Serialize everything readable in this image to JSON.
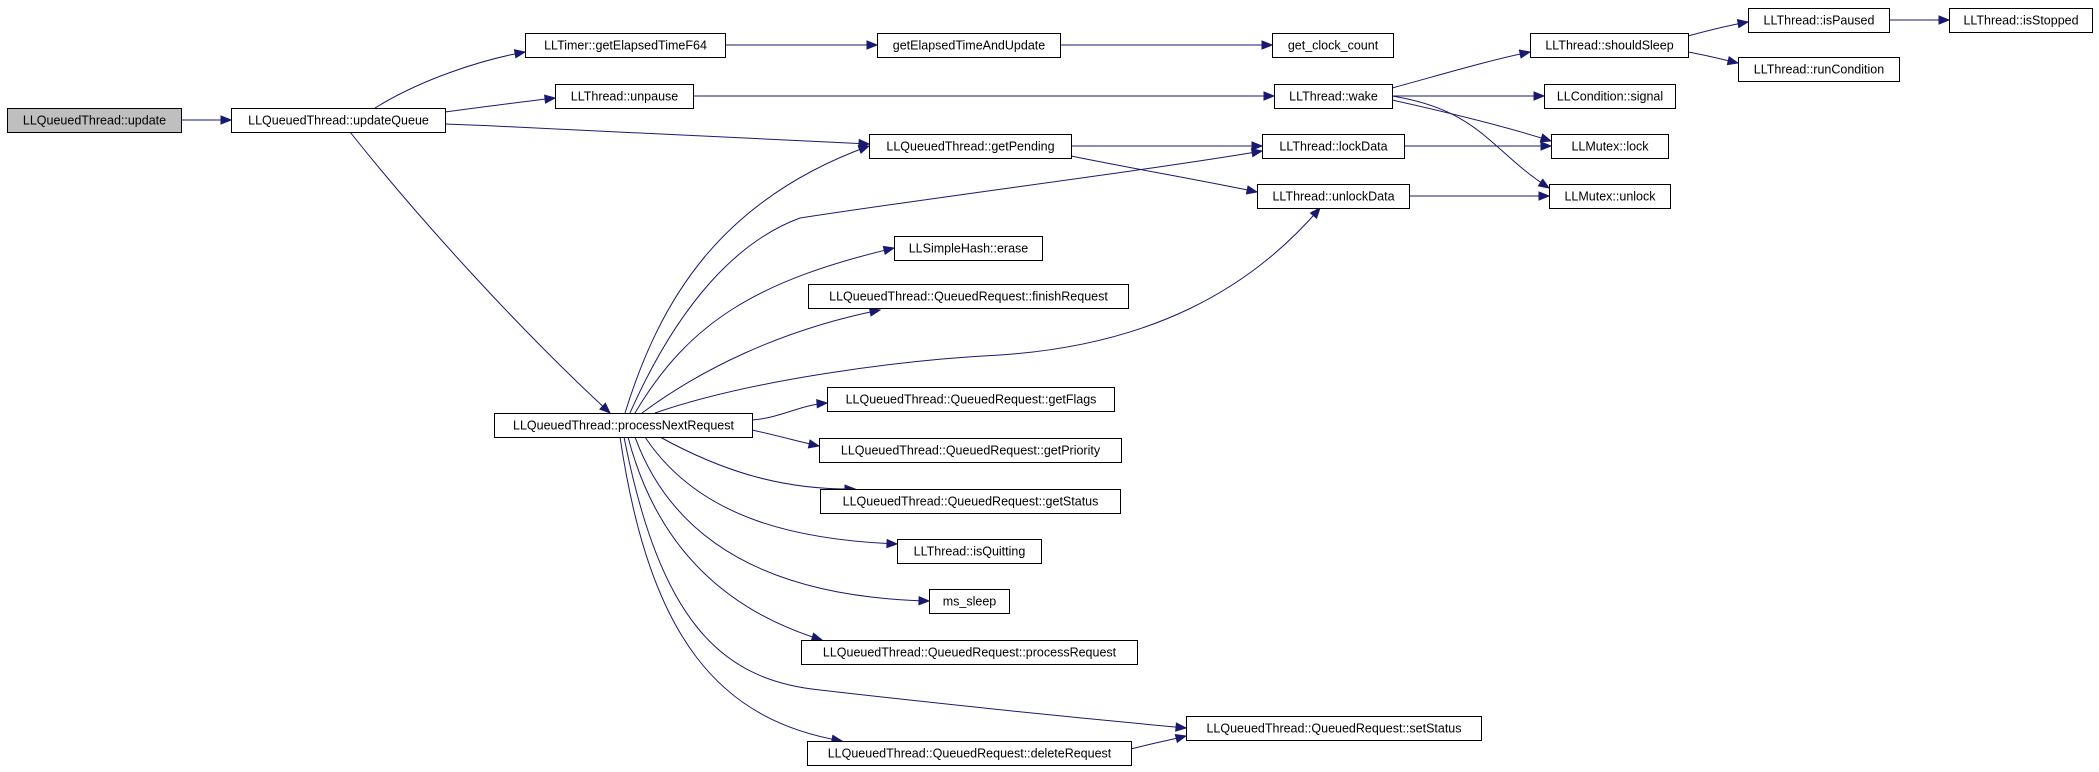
{
  "graph": {
    "edge_color": "#191970",
    "root_fill": "#bfbfbf",
    "nodes": [
      {
        "id": "update",
        "label": "LLQueuedThread::update",
        "root": true
      },
      {
        "id": "updateQueue",
        "label": "LLQueuedThread::updateQueue"
      },
      {
        "id": "getElapsedTimeF64",
        "label": "LLTimer::getElapsedTimeF64"
      },
      {
        "id": "getElapsedTimeAndUpdate",
        "label": "getElapsedTimeAndUpdate"
      },
      {
        "id": "get_clock_count",
        "label": "get_clock_count"
      },
      {
        "id": "unpause",
        "label": "LLThread::unpause"
      },
      {
        "id": "wake",
        "label": "LLThread::wake"
      },
      {
        "id": "shouldSleep",
        "label": "LLThread::shouldSleep"
      },
      {
        "id": "isPaused",
        "label": "LLThread::isPaused"
      },
      {
        "id": "isStopped",
        "label": "LLThread::isStopped"
      },
      {
        "id": "runCondition",
        "label": "LLThread::runCondition"
      },
      {
        "id": "signal",
        "label": "LLCondition::signal"
      },
      {
        "id": "mutexLock",
        "label": "LLMutex::lock"
      },
      {
        "id": "mutexUnlock",
        "label": "LLMutex::unlock"
      },
      {
        "id": "getPending",
        "label": "LLQueuedThread::getPending"
      },
      {
        "id": "lockData",
        "label": "LLThread::lockData"
      },
      {
        "id": "unlockData",
        "label": "LLThread::unlockData"
      },
      {
        "id": "processNextRequest",
        "label": "LLQueuedThread::processNextRequest"
      },
      {
        "id": "erase",
        "label": "LLSimpleHash::erase"
      },
      {
        "id": "finishRequest",
        "label": "LLQueuedThread::QueuedRequest::finishRequest"
      },
      {
        "id": "getFlags",
        "label": "LLQueuedThread::QueuedRequest::getFlags"
      },
      {
        "id": "getPriority",
        "label": "LLQueuedThread::QueuedRequest::getPriority"
      },
      {
        "id": "getStatus",
        "label": "LLQueuedThread::QueuedRequest::getStatus"
      },
      {
        "id": "isQuitting",
        "label": "LLThread::isQuitting"
      },
      {
        "id": "ms_sleep",
        "label": "ms_sleep"
      },
      {
        "id": "processRequest",
        "label": "LLQueuedThread::QueuedRequest::processRequest"
      },
      {
        "id": "setStatus",
        "label": "LLQueuedThread::QueuedRequest::setStatus"
      },
      {
        "id": "deleteRequest",
        "label": "LLQueuedThread::QueuedRequest::deleteRequest"
      }
    ],
    "edges": [
      {
        "from": "update",
        "to": "updateQueue"
      },
      {
        "from": "updateQueue",
        "to": "getElapsedTimeF64"
      },
      {
        "from": "updateQueue",
        "to": "unpause"
      },
      {
        "from": "updateQueue",
        "to": "getPending"
      },
      {
        "from": "updateQueue",
        "to": "processNextRequest"
      },
      {
        "from": "getElapsedTimeF64",
        "to": "getElapsedTimeAndUpdate"
      },
      {
        "from": "getElapsedTimeAndUpdate",
        "to": "get_clock_count"
      },
      {
        "from": "unpause",
        "to": "wake"
      },
      {
        "from": "wake",
        "to": "shouldSleep"
      },
      {
        "from": "wake",
        "to": "signal"
      },
      {
        "from": "wake",
        "to": "mutexLock"
      },
      {
        "from": "wake",
        "to": "mutexUnlock"
      },
      {
        "from": "shouldSleep",
        "to": "isPaused"
      },
      {
        "from": "shouldSleep",
        "to": "runCondition"
      },
      {
        "from": "isPaused",
        "to": "isStopped"
      },
      {
        "from": "getPending",
        "to": "lockData"
      },
      {
        "from": "getPending",
        "to": "unlockData"
      },
      {
        "from": "lockData",
        "to": "mutexLock"
      },
      {
        "from": "unlockData",
        "to": "mutexUnlock"
      },
      {
        "from": "processNextRequest",
        "to": "getPending"
      },
      {
        "from": "processNextRequest",
        "to": "lockData"
      },
      {
        "from": "processNextRequest",
        "to": "erase"
      },
      {
        "from": "processNextRequest",
        "to": "finishRequest"
      },
      {
        "from": "processNextRequest",
        "to": "unlockData"
      },
      {
        "from": "processNextRequest",
        "to": "getFlags"
      },
      {
        "from": "processNextRequest",
        "to": "getPriority"
      },
      {
        "from": "processNextRequest",
        "to": "getStatus"
      },
      {
        "from": "processNextRequest",
        "to": "isQuitting"
      },
      {
        "from": "processNextRequest",
        "to": "ms_sleep"
      },
      {
        "from": "processNextRequest",
        "to": "processRequest"
      },
      {
        "from": "processNextRequest",
        "to": "setStatus"
      },
      {
        "from": "processNextRequest",
        "to": "deleteRequest"
      },
      {
        "from": "deleteRequest",
        "to": "setStatus"
      }
    ]
  }
}
